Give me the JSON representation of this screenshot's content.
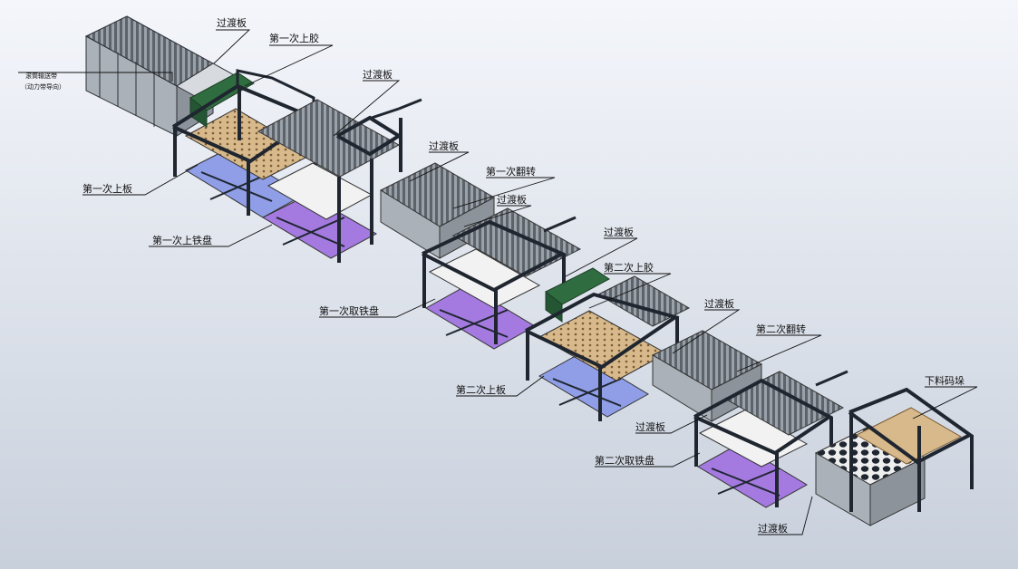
{
  "labels": {
    "transition_1": "过渡板",
    "glue_1": "第一次上胶",
    "conveyor_line1": "滚筒输送带",
    "conveyor_line2": "（动力带导向）",
    "transition_2": "过渡板",
    "transition_3": "过渡板",
    "flip_1": "第一次翻转",
    "transition_4": "过渡板",
    "load_board_1": "第一次上板",
    "load_tray_1": "第一次上铁盘",
    "transition_5": "过渡板",
    "glue_2": "第二次上胶",
    "take_tray_1": "第一次取铁盘",
    "transition_6": "过渡板",
    "flip_2": "第二次翻转",
    "load_board_2": "第二次上板",
    "stack_out": "下料码垛",
    "transition_7": "过渡板",
    "take_tray_2": "第二次取铁盘",
    "transition_8": "过渡板"
  },
  "colors": {
    "background_top": "#f4f6fb",
    "background_bottom": "#c8d0dc",
    "frame": "#1f2630",
    "pad_blue": "#8f9ee6",
    "pad_purple": "#a47ae0",
    "glue_green": "#2f6d40",
    "wood": "#d7b98b",
    "steel": "#8c939b"
  }
}
